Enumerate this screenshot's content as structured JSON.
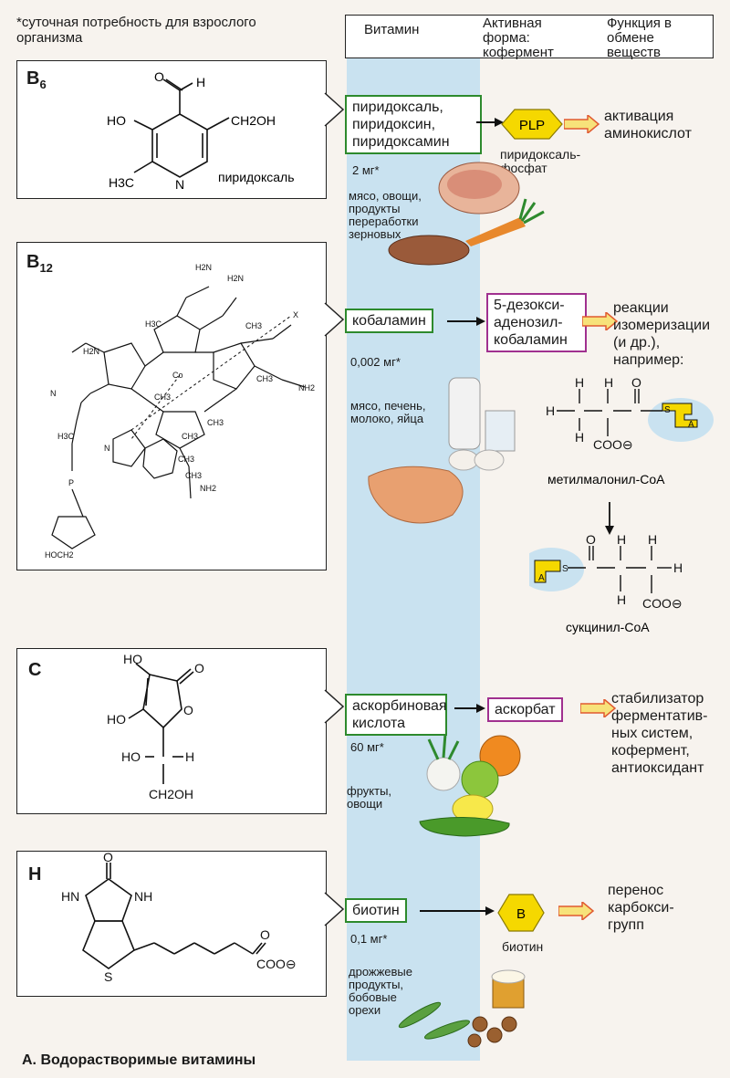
{
  "footnote": "*суточная потребность для взрослого организма",
  "header": {
    "col1": "Витамин",
    "col2": "Активная форма: кофермент",
    "col3": "Функция в обмене веществ"
  },
  "caption": "A. Водорастворимые витамины",
  "colors": {
    "band": "#c9e2f0",
    "vitamin_box": "#2d8a2d",
    "coenzyme_box": "#a0308f",
    "hexagon": "#f5d800",
    "arrow_fill": "#f7e27a",
    "arrow_stroke": "#e05a30"
  },
  "b6": {
    "label": "B",
    "sub": "6",
    "structure_name": "пиридоксаль",
    "atoms": {
      "ho": "HO",
      "ch2oh": "CH2OH",
      "h3c": "H3C",
      "n": "N",
      "h": "H"
    },
    "vitamin": "пиридоксаль, пиридоксин, пиридоксамин",
    "coenzyme_short": "PLP",
    "coenzyme_name": "пиридоксаль-фосфат",
    "function": "активация аминокислот",
    "dose": "2 мг*",
    "sources": "мясо, овощи, продукты переработки зерновых"
  },
  "b12": {
    "label": "B",
    "sub": "12",
    "vitamin": "кобаламин",
    "coenzyme": "5-дезокси-аденозил-кобаламин",
    "function": "реакции изомеризации (и др.), например:",
    "dose": "0,002 мг*",
    "sources": "мясо, печень, молоко, яйца",
    "substrate": "метилмалонил-CoA",
    "product": "сукцинил-CoA",
    "atoms": {
      "h": "H",
      "o": "O",
      "s": "S",
      "a": "A",
      "coo": "COO⊖",
      "co": "Co",
      "x": "X",
      "nh2": "NH2",
      "h2n": "H2N",
      "ch3": "CH3",
      "h3c": "H3C",
      "n": "N",
      "p": "P",
      "hoch2": "HOCH2"
    }
  },
  "c": {
    "label": "C",
    "atoms": {
      "ho": "HO",
      "o": "O",
      "h": "H",
      "ch2oh": "CH2OH"
    },
    "vitamin": "аскорбиновая кислота",
    "coenzyme": "аскорбат",
    "function": "стабилизатор ферментатив-ных систем, кофермент, антиоксидант",
    "dose": "60 мг*",
    "sources": "фрукты, овощи"
  },
  "h": {
    "label": "H",
    "atoms": {
      "o": "O",
      "hn": "HN",
      "nh": "NH",
      "s": "S",
      "coo": "COO⊖"
    },
    "vitamin": "биотин",
    "coenzyme_short": "B",
    "coenzyme_name": "биотин",
    "function": "перенос карбокси-групп",
    "dose": "0,1 мг*",
    "sources": "дрожжевые продукты, бобовые орехи"
  }
}
